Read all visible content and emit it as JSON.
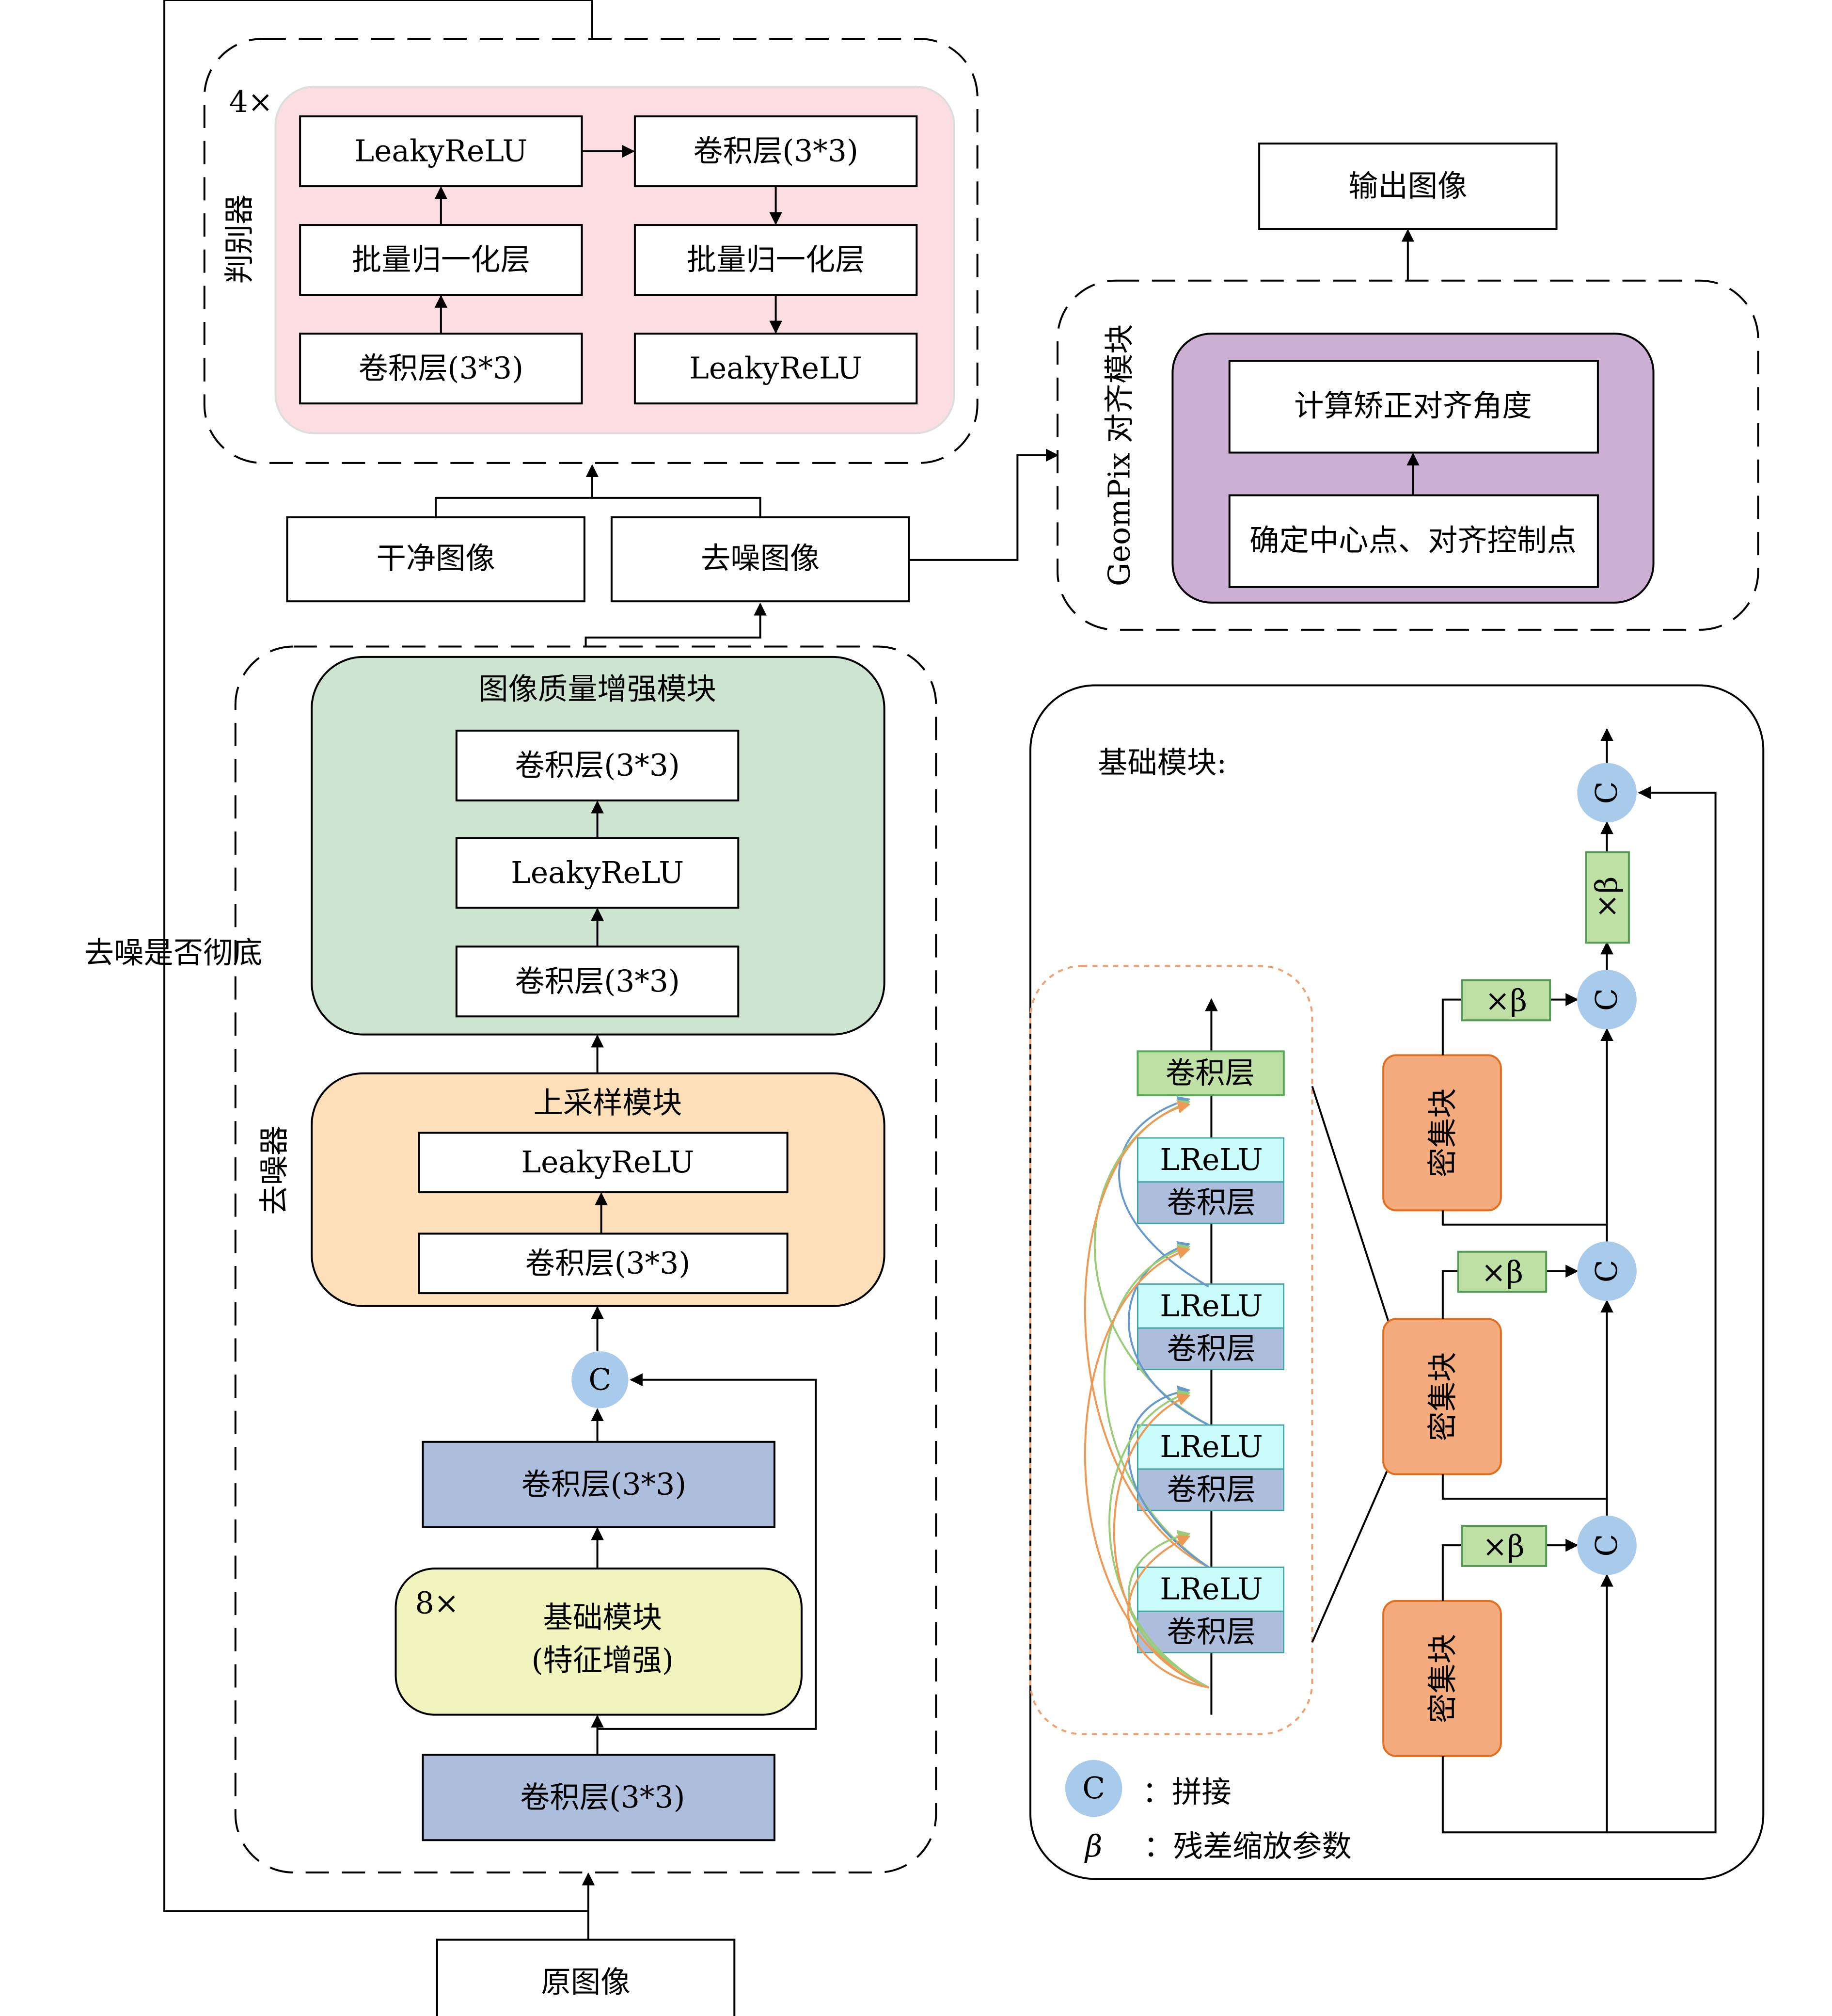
{
  "colors": {
    "discriminator_fill": "#fcdde2",
    "enhance_fill": "#cde5d0",
    "upsample_fill": "#fde0ba",
    "basic_fill": "#f2f4be",
    "conv_blue": "#adbedd",
    "align_fill": "#cbb0d4",
    "dense_fill": "#f3aa7d",
    "lrelu_cyan": "#c9fcfb",
    "beta_green": "#bfe0a4",
    "concat_circle": "#a9cbeb",
    "arrow_blue": "#6699cc",
    "arrow_green": "#99cc77",
    "arrow_orange": "#ee9955",
    "dotted_orange": "#f0a070"
  },
  "discriminator": {
    "label": "判别器",
    "repeat": "4×",
    "left_col": [
      "卷积层(3*3)",
      "批量归一化层",
      "LeakyReLU"
    ],
    "right_col": [
      "卷积层(3*3)",
      "批量归一化层",
      "LeakyReLU"
    ]
  },
  "clean_image": "干净图像",
  "denoised_image": "去噪图像",
  "denoise_check": "去噪是否彻底",
  "denoiser": {
    "label": "去噪器",
    "enhance_title": "图像质量增强模块",
    "enhance_layers": [
      "卷积层(3*3)",
      "LeakyReLU",
      "卷积层(3*3)"
    ],
    "upsample_title": "上采样模块",
    "upsample_layers": [
      "LeakyReLU",
      "卷积层(3*3)"
    ],
    "concat": "C",
    "conv_top": "卷积层(3*3)",
    "basic_repeat": "8×",
    "basic_title": "基础模块",
    "basic_sub": "(特征增强)",
    "conv_bottom": "卷积层(3*3)"
  },
  "input_image": "原图像",
  "output_image": "输出图像",
  "geompix": {
    "label": "GeomPix 对齐模块",
    "step_top": "计算矫正对齐角度",
    "step_bottom": "确定中心点、对齐控制点"
  },
  "basic_block": {
    "title": "基础模块:",
    "dense_top_conv": "卷积层",
    "dense_units": [
      {
        "lrelu": "LReLU",
        "conv": "卷积层"
      },
      {
        "lrelu": "LReLU",
        "conv": "卷积层"
      },
      {
        "lrelu": "LReLU",
        "conv": "卷积层"
      },
      {
        "lrelu": "LReLU",
        "conv": "卷积层"
      }
    ],
    "dense_block_label": "密集块",
    "beta_label": "×β",
    "concat": "C",
    "legend_c_symbol": "C",
    "legend_c_text": "：拼接",
    "legend_beta_symbol": "β",
    "legend_beta_text": "：残差缩放参数"
  }
}
